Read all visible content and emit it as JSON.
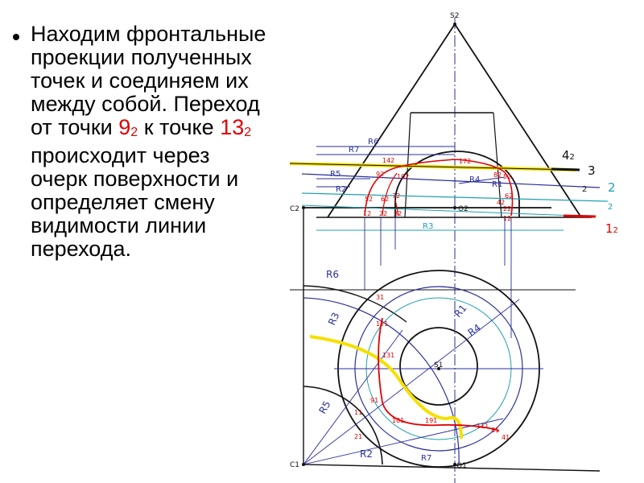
{
  "caption": {
    "part1": "Находим фронтальные проекции полученных точек и соединяем их между собой. Переход от точки ",
    "point_a_num": "9",
    "point_a_sub": "2",
    "part2": " к точке ",
    "point_b_num": "13",
    "point_b_sub": "2",
    "part3": " происходит через очерк поверхности и определяет смену видимости линии перехода."
  },
  "drawing": {
    "colors": {
      "outline": "#111111",
      "construction": "#2a2f9a",
      "helper": "#20a0b0",
      "transition": "#e00000",
      "highlight": "#f5e000"
    },
    "labels": {
      "apex": "S2",
      "c2": "C2",
      "o2": "O2",
      "s1": "S1",
      "c1": "C1",
      "o1": "O1",
      "r6_top": "R6",
      "r7_top": "R7",
      "r5_top": "R5",
      "r2_top": "R2",
      "r4_top": "R4",
      "r1_top": "R1",
      "r3_top": "R3",
      "r6_plan": "R6",
      "r3_plan": "R3",
      "r1_plan": "R1",
      "r4_plan": "R4",
      "r5_plan": "R5",
      "r2_plan": "R2",
      "r7_plan": "R7"
    },
    "level_labels": {
      "l4_num": "4",
      "l4_sub": "2",
      "l3": "3",
      "l3_sub": "2",
      "l2_num": "2",
      "l2_sub": "2",
      "l1_num": "1",
      "l1_sub": "2"
    },
    "front_points": [
      "142",
      "92",
      "102",
      "52",
      "62",
      "72",
      "12",
      "22",
      "32",
      "172",
      "82",
      "52",
      "62",
      "42",
      "22",
      "12"
    ],
    "plan_points": [
      "31",
      "121",
      "131",
      "91",
      "101",
      "11",
      "21",
      "191",
      "111",
      "81",
      "41"
    ]
  }
}
